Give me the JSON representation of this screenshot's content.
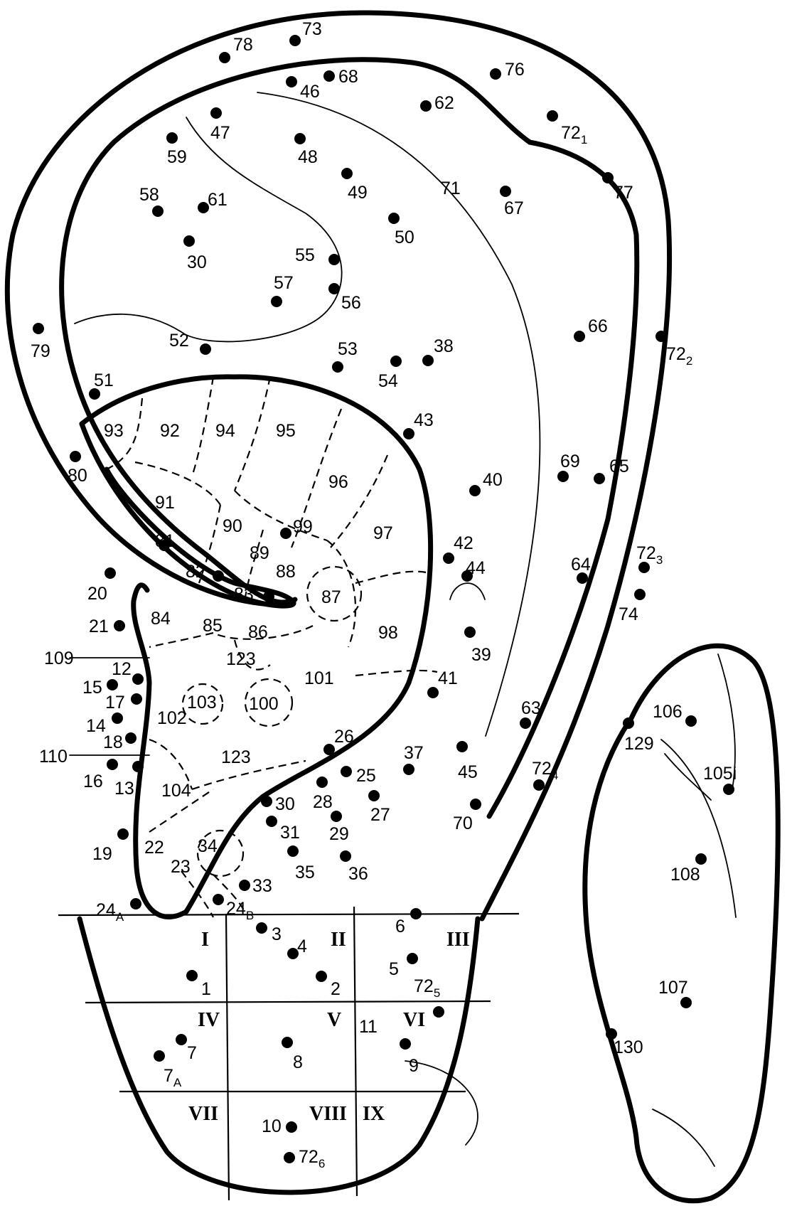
{
  "points": [
    {
      "label": "1"
    },
    {
      "label": "2"
    },
    {
      "label": "3"
    },
    {
      "label": "4"
    },
    {
      "label": "5"
    },
    {
      "label": "6"
    },
    {
      "label": "7"
    },
    {
      "label": "7",
      "sub": "A"
    },
    {
      "label": "8"
    },
    {
      "label": "9"
    },
    {
      "label": "10"
    },
    {
      "label": "12"
    },
    {
      "label": "13"
    },
    {
      "label": "14"
    },
    {
      "label": "15"
    },
    {
      "label": "16"
    },
    {
      "label": "17"
    },
    {
      "label": "18"
    },
    {
      "label": "19"
    },
    {
      "label": "20"
    },
    {
      "label": "21"
    },
    {
      "label": "24",
      "sub": "A"
    },
    {
      "label": "24",
      "sub": "B"
    },
    {
      "label": "25"
    },
    {
      "label": "26"
    },
    {
      "label": "27"
    },
    {
      "label": "28"
    },
    {
      "label": "29"
    },
    {
      "label": "30"
    },
    {
      "label": "30"
    },
    {
      "label": "31"
    },
    {
      "label": "33"
    },
    {
      "label": "35"
    },
    {
      "label": "36"
    },
    {
      "label": "37"
    },
    {
      "label": "38"
    },
    {
      "label": "39"
    },
    {
      "label": "40"
    },
    {
      "label": "41"
    },
    {
      "label": "42"
    },
    {
      "label": "43"
    },
    {
      "label": "44"
    },
    {
      "label": "45"
    },
    {
      "label": "46"
    },
    {
      "label": "47"
    },
    {
      "label": "48"
    },
    {
      "label": "49"
    },
    {
      "label": "50"
    },
    {
      "label": "51"
    },
    {
      "label": "52"
    },
    {
      "label": "53"
    },
    {
      "label": "54"
    },
    {
      "label": "55"
    },
    {
      "label": "56"
    },
    {
      "label": "57"
    },
    {
      "label": "58"
    },
    {
      "label": "59"
    },
    {
      "label": "61"
    },
    {
      "label": "62"
    },
    {
      "label": "63"
    },
    {
      "label": "64"
    },
    {
      "label": "65"
    },
    {
      "label": "66"
    },
    {
      "label": "67"
    },
    {
      "label": "68"
    },
    {
      "label": "69"
    },
    {
      "label": "70"
    },
    {
      "label": "72",
      "sub": "1"
    },
    {
      "label": "72",
      "sub": "2"
    },
    {
      "label": "72",
      "sub": "3"
    },
    {
      "label": "72",
      "sub": "4"
    },
    {
      "label": "72",
      "sub": "5"
    },
    {
      "label": "72",
      "sub": "6"
    },
    {
      "label": "73"
    },
    {
      "label": "74"
    },
    {
      "label": "76"
    },
    {
      "label": "77"
    },
    {
      "label": "78"
    },
    {
      "label": "79"
    },
    {
      "label": "80"
    },
    {
      "label": "81"
    },
    {
      "label": "82"
    },
    {
      "label": "83"
    },
    {
      "label": "99"
    },
    {
      "label": "105i"
    },
    {
      "label": "106"
    },
    {
      "label": "107"
    },
    {
      "label": "108"
    },
    {
      "label": "129"
    },
    {
      "label": "130"
    }
  ],
  "line_labels": [
    "109",
    "110"
  ],
  "zones": [
    "84",
    "85",
    "86",
    "87",
    "88",
    "89",
    "90",
    "91",
    "92",
    "93",
    "94",
    "95",
    "96",
    "97",
    "98",
    "100",
    "101",
    "102",
    "103",
    "104",
    "123",
    "123",
    "71",
    "11",
    "22",
    "23",
    "34"
  ],
  "lobe_sections": [
    "I",
    "II",
    "III",
    "IV",
    "V",
    "VI",
    "VII",
    "VIII",
    "IX"
  ]
}
